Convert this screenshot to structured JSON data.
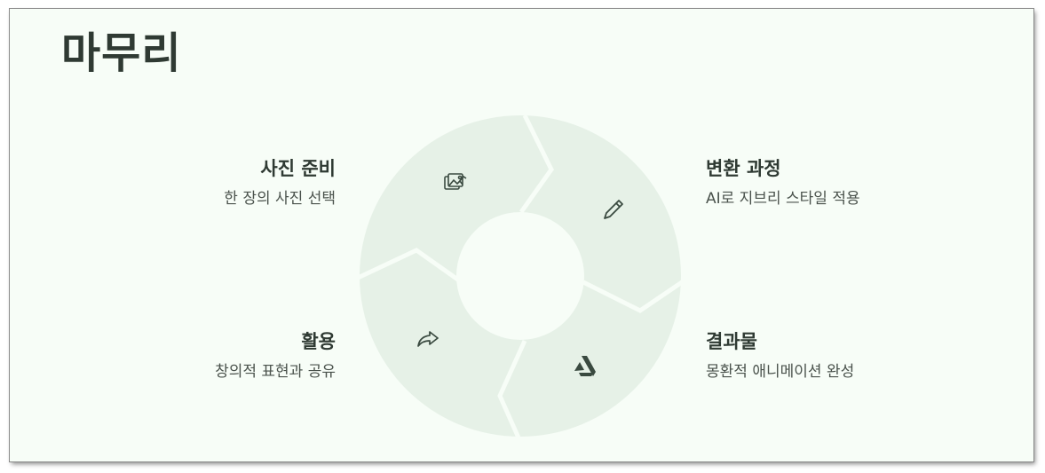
{
  "title": "마무리",
  "steps": [
    {
      "id": "prep",
      "head": "사진 준비",
      "sub": "한 장의 사진 선택",
      "icon": "images-icon"
    },
    {
      "id": "transform",
      "head": "변환 과정",
      "sub": "AI로 지브리 스타일 적용",
      "icon": "pen-icon"
    },
    {
      "id": "result",
      "head": "결과물",
      "sub": "몽환적 애니메이션 완성",
      "icon": "artstation-icon"
    },
    {
      "id": "use",
      "head": "활용",
      "sub": "창의적 표현과 공유",
      "icon": "share-icon"
    }
  ],
  "colors": {
    "background": "#f7fdf7",
    "segment": "#e6f1e7",
    "text": "#2f3a33",
    "icon": "#3a4a40"
  }
}
